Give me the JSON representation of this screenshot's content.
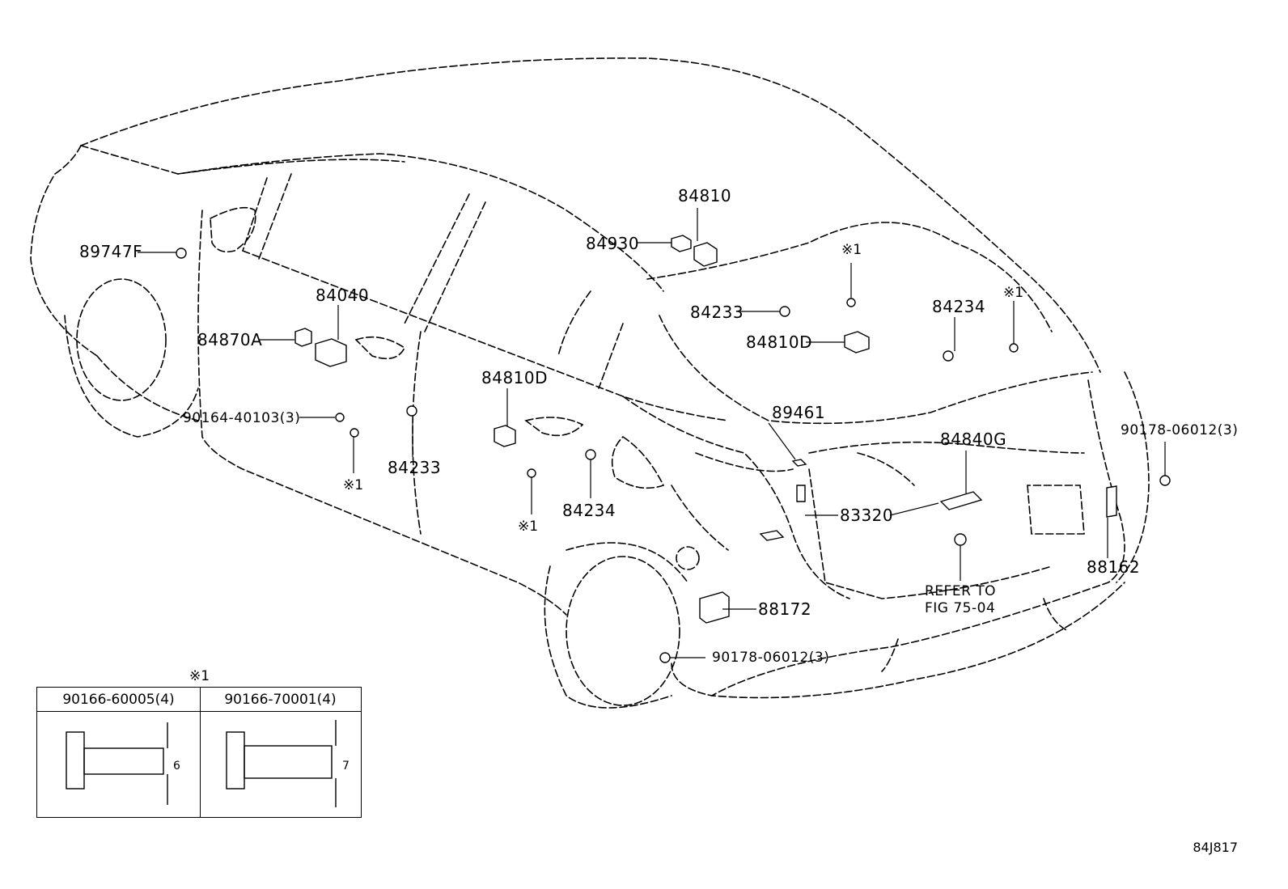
{
  "diagram": {
    "parts": {
      "p89747F": "89747F",
      "p84040": "84040",
      "p84870A": "84870A",
      "p90164": "90164-40103(3)",
      "p84233a": "84233",
      "mark1a": "※1",
      "p84930": "84930",
      "p84810": "84810",
      "mark1b": "※1",
      "p84233b": "84233",
      "p84810Da": "84810D",
      "p84234a": "84234",
      "mark1c": "※1",
      "p84810Db": "84810D",
      "p89461": "89461",
      "p84234b": "84234",
      "mark1d": "※1",
      "p84840G": "84840G",
      "p90178a": "90178-06012(3)",
      "p83320": "83320",
      "p88162": "88162",
      "p88172": "88172",
      "refer1": "REFER TO",
      "refer2": "FIG 75-04",
      "p90178b": "90178-06012(3)"
    },
    "legend": {
      "mark": "※1",
      "left_part": "90166-60005(4)",
      "right_part": "90166-70001(4)",
      "left_dim": "6",
      "right_dim": "7"
    },
    "drawing_code": "84J817"
  }
}
